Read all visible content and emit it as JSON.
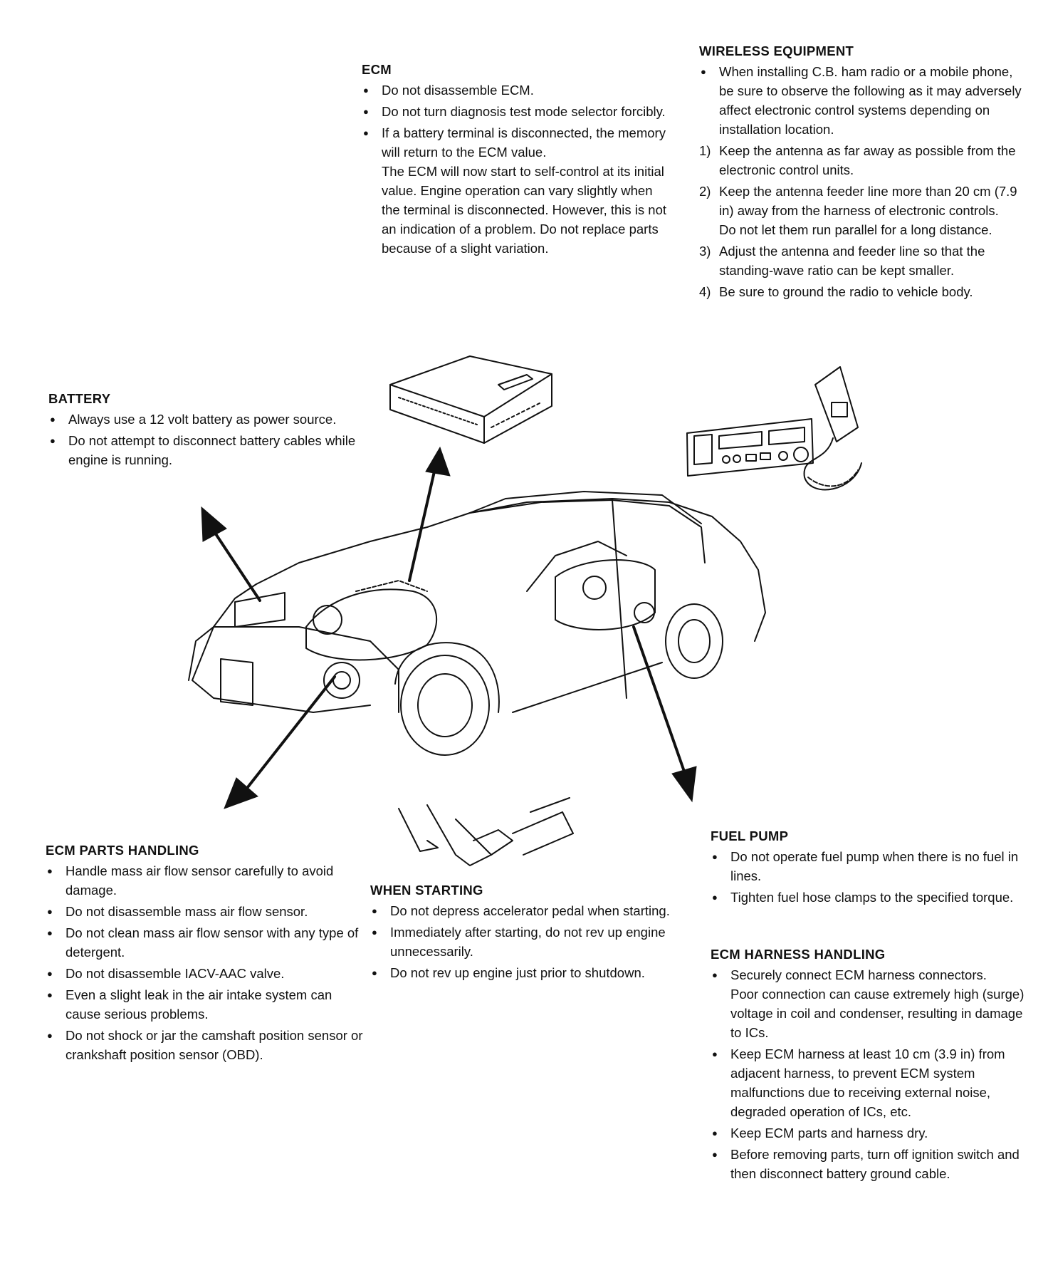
{
  "ecm": {
    "heading": "ECM",
    "items": [
      "Do not disassemble ECM.",
      "Do not turn diagnosis test mode selector forcibly.",
      "If a battery terminal is disconnected, the memory will return to the ECM value.\nThe ECM will now start to self-control at its initial value. Engine operation can vary slightly when the terminal is disconnected. However, this is not an indication of a problem. Do not replace parts because of a slight variation."
    ]
  },
  "wireless": {
    "heading": "WIRELESS EQUIPMENT",
    "intro": "When installing C.B. ham radio or a mobile phone, be sure to observe the following as it may adversely affect electronic control systems depending on installation location.",
    "steps": [
      {
        "n": "1)",
        "text": "Keep the antenna as far away as possible from the electronic control units."
      },
      {
        "n": "2)",
        "text": "Keep the antenna feeder line more than 20 cm (7.9 in) away from the harness of electronic controls.\nDo not let them run parallel for a long distance."
      },
      {
        "n": "3)",
        "text": "Adjust the antenna and feeder line so that the standing-wave ratio can be kept smaller."
      },
      {
        "n": "4)",
        "text": "Be sure to ground the radio to vehicle body."
      }
    ]
  },
  "battery": {
    "heading": "BATTERY",
    "items": [
      "Always use a 12 volt battery as power source.",
      "Do not attempt to disconnect battery cables while engine is running."
    ]
  },
  "parts": {
    "heading": "ECM PARTS HANDLING",
    "items": [
      "Handle mass air flow sensor carefully to avoid damage.",
      "Do not disassemble mass air flow sensor.",
      "Do not clean mass air flow sensor with any type of detergent.",
      "Do not disassemble IACV-AAC valve.",
      "Even a slight leak in the air intake system can cause serious problems.",
      "Do not shock or jar the camshaft position sensor or crankshaft position sensor (OBD)."
    ]
  },
  "starting": {
    "heading": "WHEN STARTING",
    "items": [
      "Do not depress accelerator pedal when starting.",
      "Immediately after starting, do not rev up engine unnecessarily.",
      "Do not rev up engine just prior to shutdown."
    ]
  },
  "fuel": {
    "heading": "FUEL PUMP",
    "items": [
      "Do not operate fuel pump when there is no fuel in lines.",
      "Tighten fuel hose clamps to the specified torque."
    ]
  },
  "harness": {
    "heading": "ECM HARNESS HANDLING",
    "items": [
      "Securely connect ECM harness connectors.\nPoor connection can cause extremely high (surge) voltage in coil and condenser, resulting in damage to ICs.",
      "Keep ECM harness at least 10 cm (3.9 in) from adjacent harness, to prevent ECM system malfunctions due to receiving external noise, degraded operation of ICs, etc.",
      "Keep ECM parts and harness dry.",
      "Before removing parts, turn off ignition switch and then disconnect battery ground cable."
    ]
  }
}
